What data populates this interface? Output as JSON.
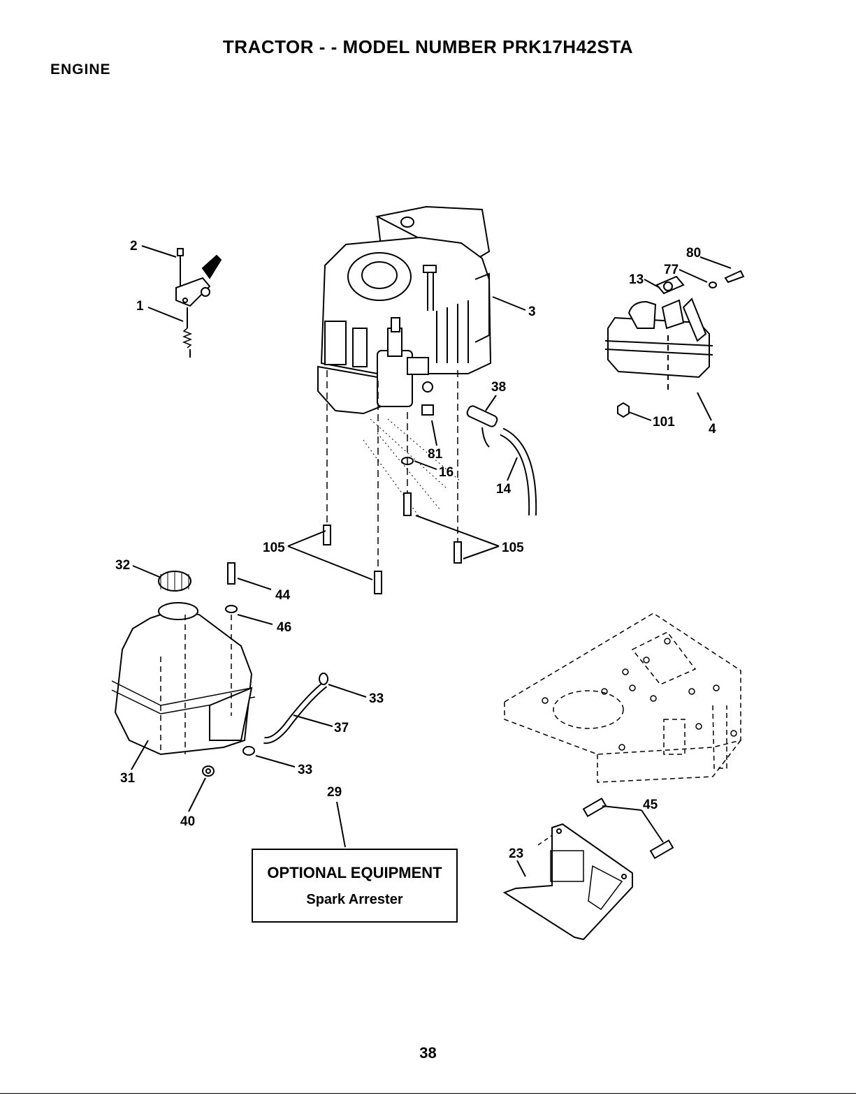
{
  "header": {
    "title": "TRACTOR - - MODEL NUMBER PRK17H42STA",
    "section": "ENGINE"
  },
  "diagram": {
    "callouts": {
      "c2": "2",
      "c1": "1",
      "c80": "80",
      "c77": "77",
      "c13": "13",
      "c3": "3",
      "c38": "38",
      "c101": "101",
      "c4": "4",
      "c81": "81",
      "c16": "16",
      "c14": "14",
      "c105a": "105",
      "c105b": "105",
      "c32": "32",
      "c44": "44",
      "c46": "46",
      "c33a": "33",
      "c37": "37",
      "c33b": "33",
      "c31": "31",
      "c40": "40",
      "c29": "29",
      "c45": "45",
      "c23": "23"
    },
    "optional_box": {
      "title": "OPTIONAL EQUIPMENT",
      "subtitle": "Spark Arrester"
    }
  },
  "footer": {
    "page_number": "38"
  }
}
